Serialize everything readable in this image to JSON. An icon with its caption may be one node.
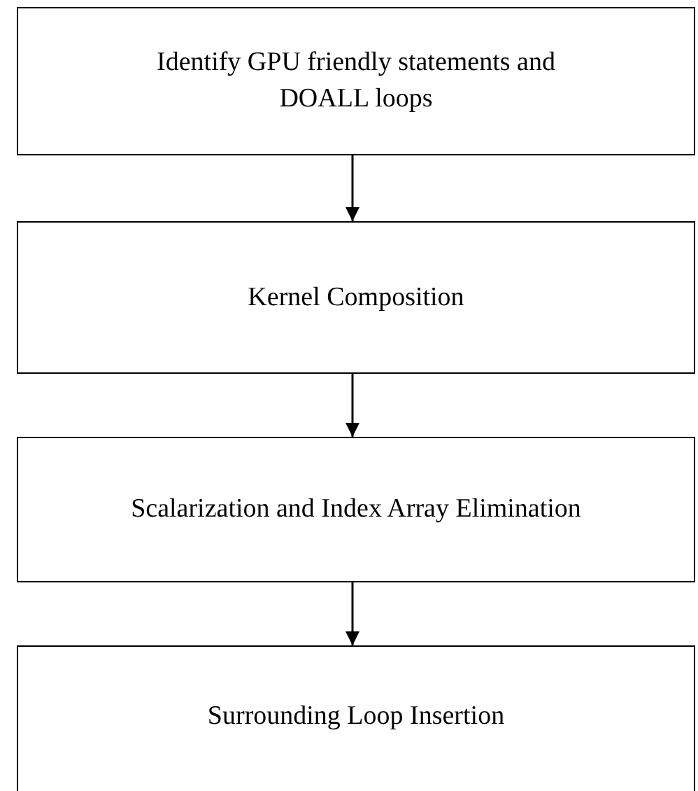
{
  "diagram": {
    "nodes": [
      {
        "text": [
          "Identify GPU friendly statements and DOALL loops"
        ]
      },
      {
        "text": [
          "Kernel Composition"
        ]
      },
      {
        "text": [
          "Scalarization and Index Array Elimination"
        ]
      },
      {
        "text": [
          "Surrounding Loop Insertion"
        ]
      }
    ],
    "edges": [
      {
        "from": 0,
        "to": 1,
        "arrow": "to"
      },
      {
        "from": 1,
        "to": 2,
        "arrow": "to"
      },
      {
        "from": 2,
        "to": 3,
        "arrow": "to"
      }
    ]
  }
}
